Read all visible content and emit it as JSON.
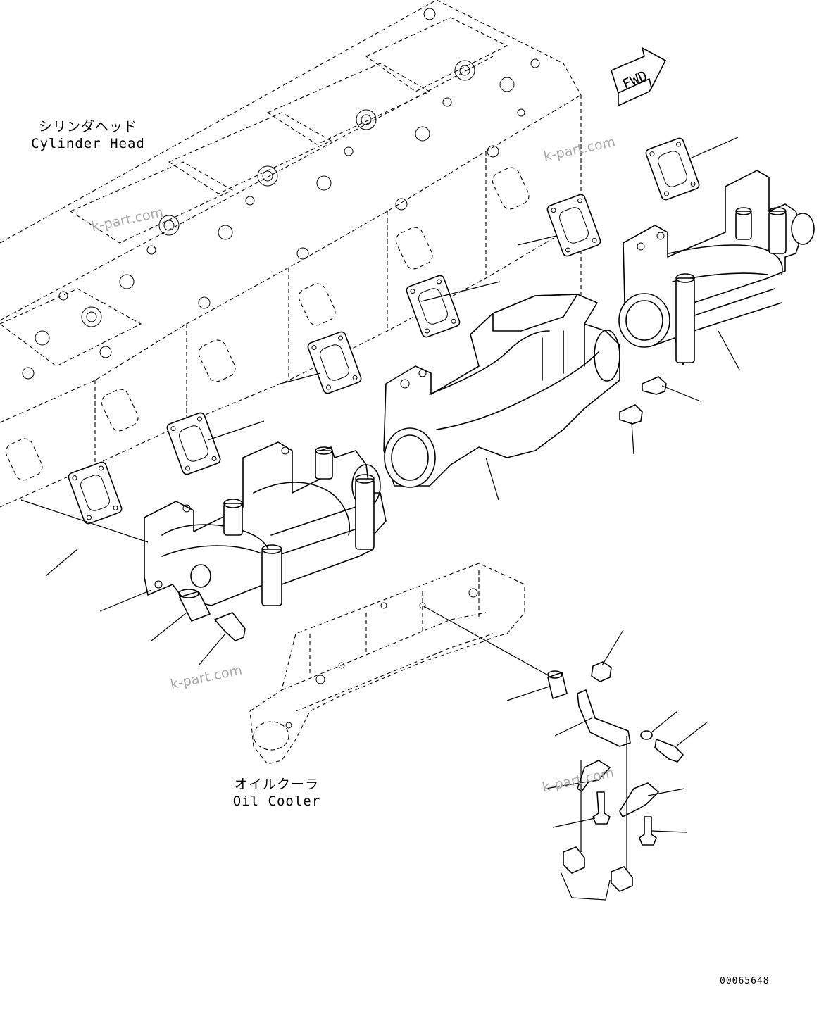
{
  "labels": {
    "cylinder_head_jp": "シリンダヘッド",
    "cylinder_head_en": "Cylinder Head",
    "oil_cooler_jp": "オイルクーラ",
    "oil_cooler_en": "Oil Cooler"
  },
  "fwd_marker": "FWD",
  "watermark": "k-part.com",
  "drawing_code": "00065648"
}
